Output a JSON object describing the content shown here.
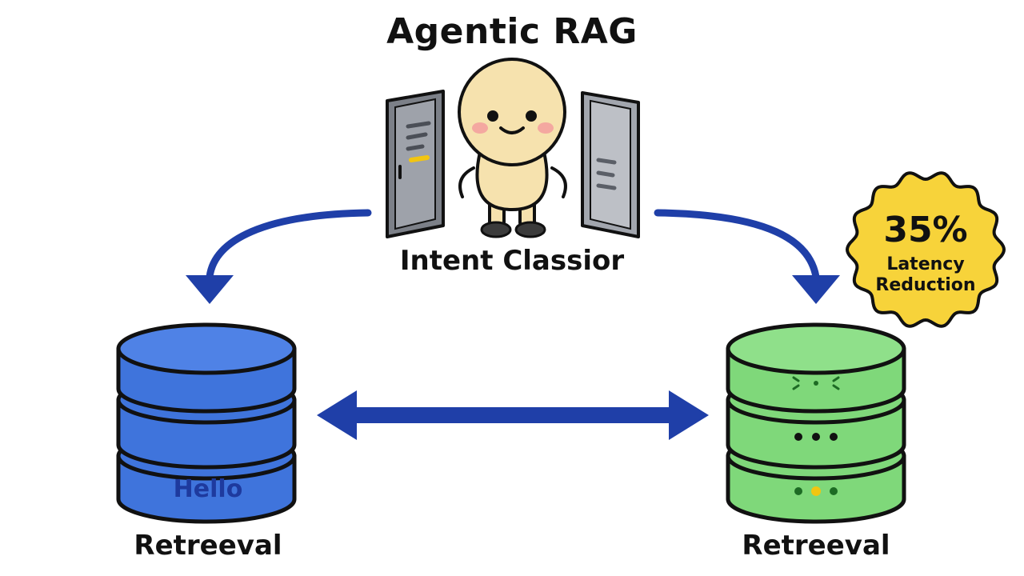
{
  "title": "Agentic RAG",
  "classifier": {
    "label": "Intent Classior",
    "icon": "smiling-character-icon"
  },
  "databases": {
    "left": {
      "label": "Retreeval",
      "inner_text": "Hello",
      "color": "#3f74dc"
    },
    "right": {
      "label": "Retreeval",
      "color": "#7fd87a"
    }
  },
  "badge": {
    "value": "35%",
    "line1": "Latency",
    "line2": "Reduction",
    "color": "#f7d33a"
  },
  "colors": {
    "arrow": "#1f3fa8",
    "outline": "#111111"
  }
}
